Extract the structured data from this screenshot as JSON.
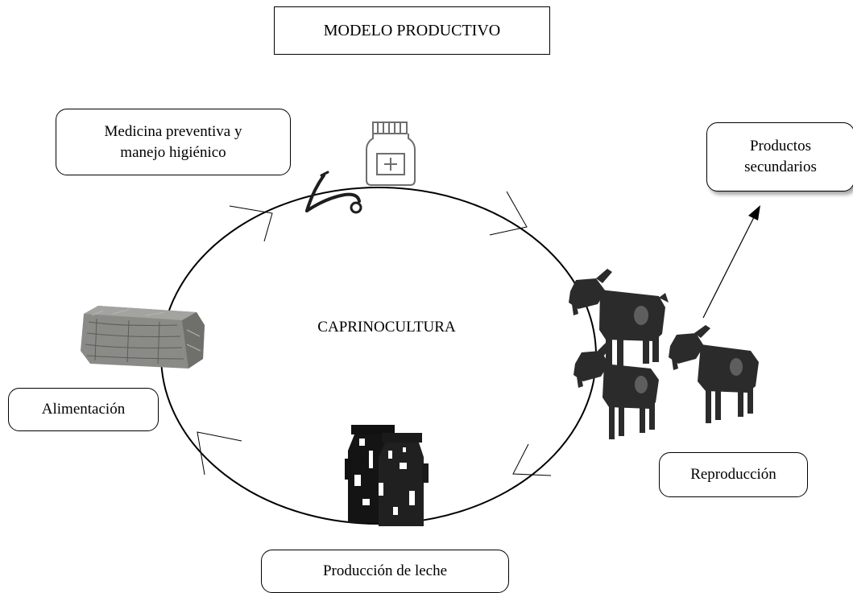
{
  "title": "MODELO PRODUCTIVO",
  "center_label": "CAPRINOCULTURA",
  "nodes": {
    "medicina": {
      "line1": "Medicina preventiva y",
      "line2": "manejo higiénico",
      "icon": "medicine-bottle-stethoscope-icon"
    },
    "productos": {
      "line1": "Productos",
      "line2": "secundarios"
    },
    "reproduccion": {
      "label": "Reproducción",
      "icon": "goats-icon"
    },
    "leche": {
      "label": "Producción de leche",
      "icon": "milk-cans-icon"
    },
    "alimentacion": {
      "label": "Alimentación",
      "icon": "hay-bale-icon"
    }
  },
  "colors": {
    "line": "#000000",
    "icon_gray": "#6e6e6e",
    "goat": "#2b2b2b",
    "hay": "#8a8a86"
  }
}
